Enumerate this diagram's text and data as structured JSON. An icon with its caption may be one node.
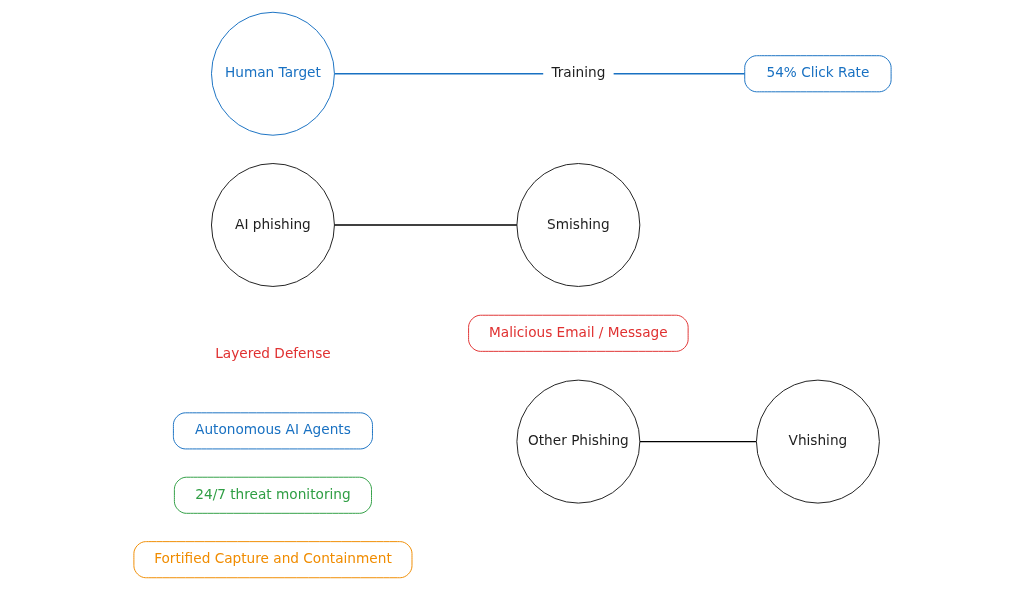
{
  "diagram": {
    "nodes": [
      {
        "text": [
          "Malicious Email / Message"
        ]
      },
      {
        "text": [
          "Autonomous AI Agents"
        ]
      },
      {
        "text": [
          "24/7 threat monitoring"
        ]
      },
      {
        "text": [
          "Fortified Capture and Containment"
        ]
      },
      {
        "text": [
          "AI phishing"
        ]
      },
      {
        "text": [
          "Other Phishing"
        ]
      },
      {
        "text": [
          "Vhishing"
        ]
      },
      {
        "text": [
          "Smishing"
        ]
      },
      {
        "text": [
          "Human Target"
        ]
      },
      {
        "text": [
          "54% Click Rate"
        ]
      },
      {
        "text": [
          "Training"
        ]
      }
    ],
    "edges": [
      {
        "from": 4,
        "to": 7,
        "arrow": "none"
      },
      {
        "from": 5,
        "to": 6,
        "arrow": "none"
      },
      {
        "from": 8,
        "to": 10,
        "arrow": "none",
        "color": "#1971c2"
      },
      {
        "from": 10,
        "to": 9,
        "arrow": "none",
        "color": "#1971c2"
      }
    ],
    "labels": [
      "Layered Defense"
    ]
  }
}
